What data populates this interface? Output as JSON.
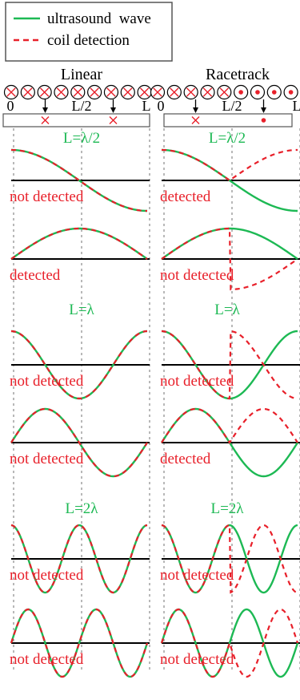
{
  "colors": {
    "wave": "#1db954",
    "coil": "#e8202a",
    "axis": "#000000",
    "guide": "#888888"
  },
  "legend": {
    "wave_label": "ultrasound  wave",
    "coil_label": "coil detection"
  },
  "columns": [
    {
      "key": "linear",
      "title": "Linear",
      "coils": [
        "cross",
        "cross",
        "cross",
        "cross",
        "cross",
        "cross",
        "cross",
        "cross",
        "cross"
      ],
      "axis_labels": [
        "0",
        "L/2",
        "L"
      ],
      "probe_marks": [
        {
          "symbol": "cross",
          "at": 0.25
        },
        {
          "symbol": "cross",
          "at": 0.75
        }
      ]
    },
    {
      "key": "racetrack",
      "title": "Racetrack",
      "coils": [
        "cross",
        "cross",
        "cross",
        "cross",
        "cross",
        "dot",
        "dot",
        "dot",
        "dot"
      ],
      "axis_labels": [
        "0",
        "L/2",
        "L"
      ],
      "probe_marks": [
        {
          "symbol": "cross",
          "at": 0.25
        },
        {
          "symbol": "dot",
          "at": 0.75
        }
      ]
    }
  ],
  "sections": [
    {
      "label": "L=λ/2",
      "rows": [
        {
          "wave": "cos",
          "cycles": 0.5,
          "linear_status": "not detected",
          "racetrack_status": "detected"
        },
        {
          "wave": "sin",
          "cycles": 0.5,
          "linear_status": "detected",
          "racetrack_status": "not detected"
        }
      ]
    },
    {
      "label": "L=λ",
      "rows": [
        {
          "wave": "cos",
          "cycles": 1,
          "linear_status": "not detected",
          "racetrack_status": "not detected"
        },
        {
          "wave": "sin",
          "cycles": 1,
          "linear_status": "not detected",
          "racetrack_status": "detected"
        }
      ]
    },
    {
      "label": "L=2λ",
      "rows": [
        {
          "wave": "cos",
          "cycles": 2,
          "linear_status": "not detected",
          "racetrack_status": "not detected"
        },
        {
          "wave": "sin",
          "cycles": 2,
          "linear_status": "not detected",
          "racetrack_status": "not detected"
        }
      ]
    }
  ]
}
